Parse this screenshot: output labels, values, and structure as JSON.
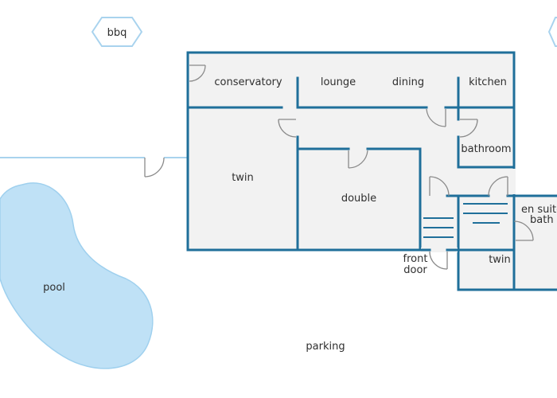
{
  "labels": {
    "bbq": "bbq",
    "conservatory": "conservatory",
    "lounge": "lounge",
    "dining": "dining",
    "kitchen": "kitchen",
    "bathroom": "bathroom",
    "twin_left": "twin",
    "double": "double",
    "en_suite_1": "en suite",
    "en_suite_2": "bath",
    "twin_right": "twin",
    "front_door_1": "front",
    "front_door_2": "door",
    "pool": "pool",
    "parking": "parking"
  },
  "colors": {
    "wall": "#1f6f9a",
    "floor": "#f2f2f2",
    "pool": "#bfe1f6",
    "pool_edge": "#9fd0ee",
    "fence": "#a9d3ee",
    "text": "#2f2f2f",
    "door": "#8a8a8a"
  }
}
